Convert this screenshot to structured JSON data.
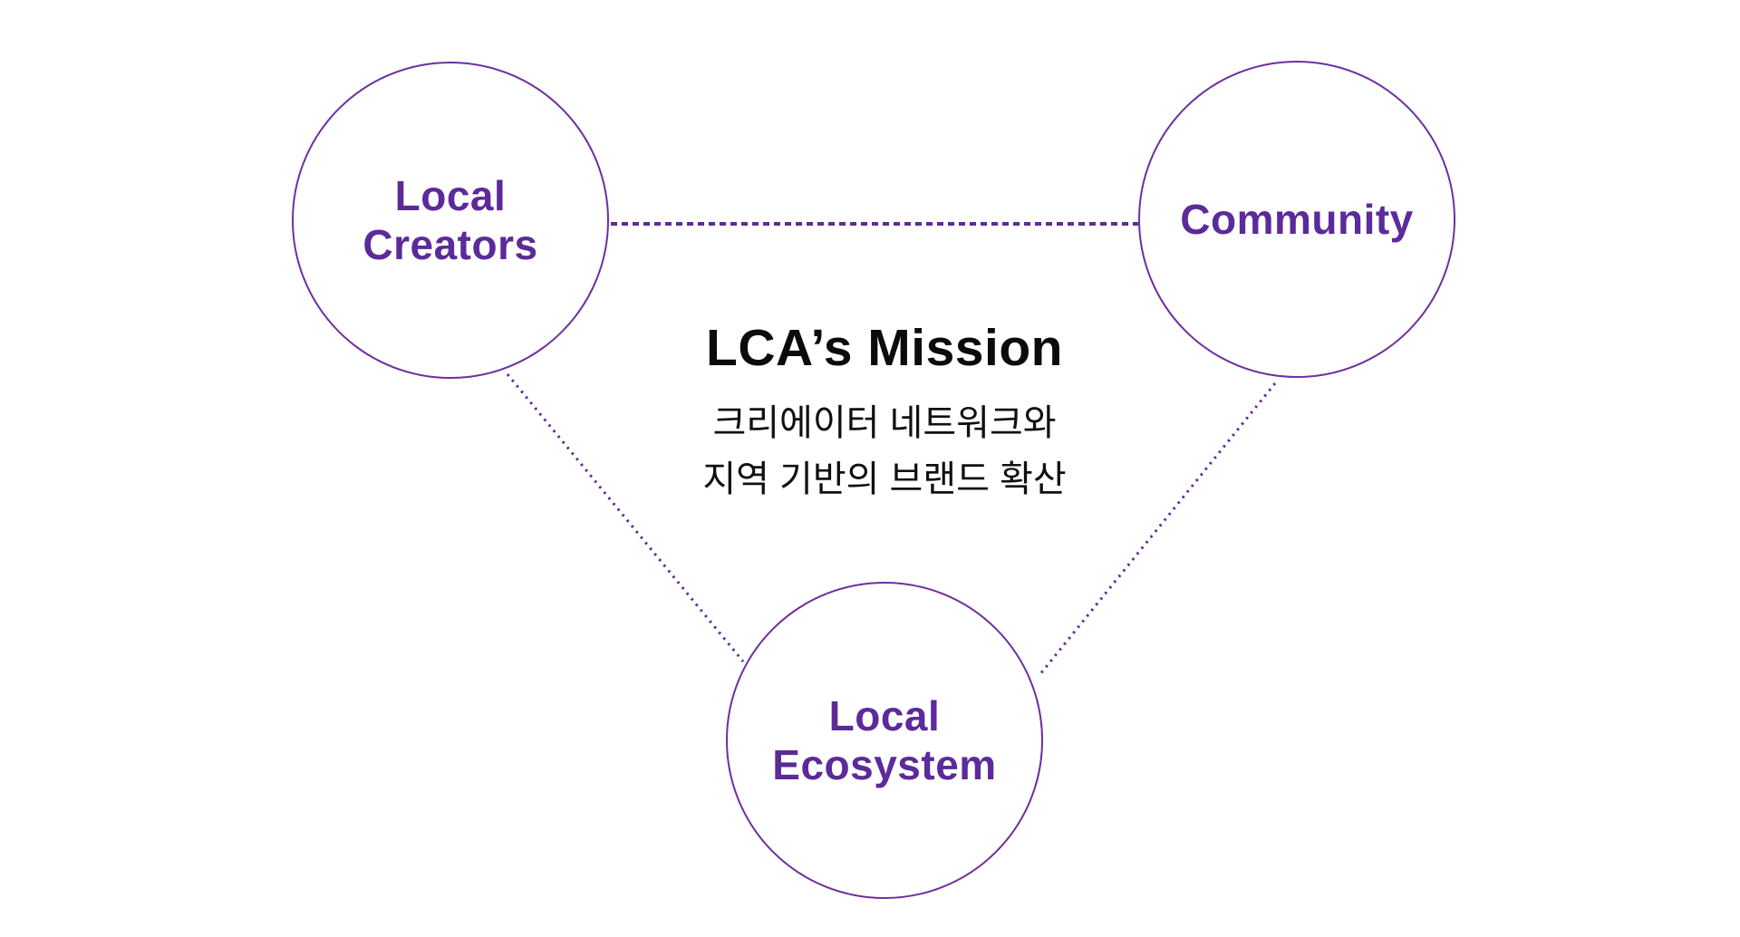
{
  "palette": {
    "page_bg": "#ffffff",
    "purple_stroke": "#6e2f9e",
    "purple_text": "#5c2a99",
    "connector_purple": "#5e2b97",
    "title_black": "#0b0b0b",
    "subtitle_black": "#101010"
  },
  "nodes": {
    "local_creators": {
      "label": "Local\nCreators"
    },
    "community": {
      "label": "Community"
    },
    "local_ecosystem": {
      "label": "Local\nEcosystem"
    }
  },
  "center": {
    "title": "LCA’s Mission",
    "subtitle": "크리에이터 네트워크와\n지역 기반의 브랜드 확산"
  },
  "connectors": [
    {
      "from": "local_creators",
      "to": "community",
      "style": "dashed"
    },
    {
      "from": "local_creators",
      "to": "local_ecosystem",
      "style": "dotted"
    },
    {
      "from": "community",
      "to": "local_ecosystem",
      "style": "dotted"
    }
  ]
}
